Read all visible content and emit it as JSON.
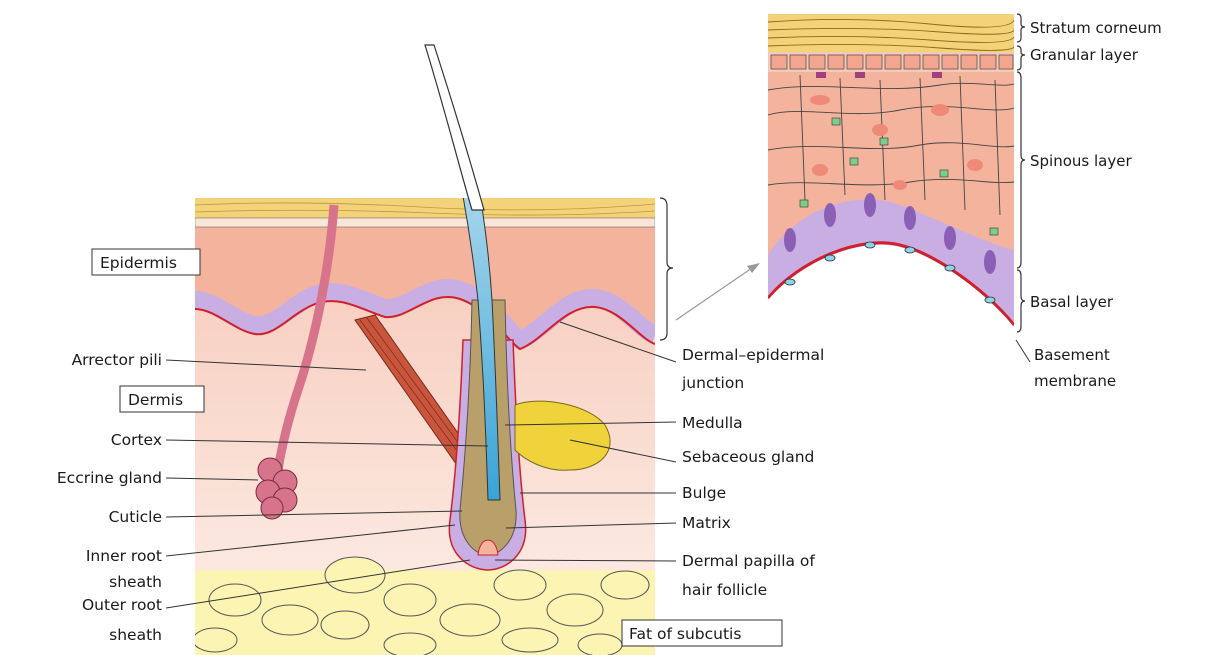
{
  "labels": {
    "epidermis": "Epidermis",
    "dermis": "Dermis",
    "fat_of_subcutis": "Fat of subcutis",
    "arrector_pili": "Arrector pili",
    "cortex": "Cortex",
    "eccrine_gland": "Eccrine gland",
    "cuticle": "Cuticle",
    "inner_root_sheath_1": "Inner root",
    "inner_root_sheath_2": "sheath",
    "outer_root_sheath_1": "Outer root",
    "outer_root_sheath_2": "sheath",
    "dermal_epidermal_junction_1": "Dermal–epidermal",
    "dermal_epidermal_junction_2": "junction",
    "medulla": "Medulla",
    "sebaceous_gland": "Sebaceous gland",
    "bulge": "Bulge",
    "matrix": "Matrix",
    "dermal_papilla_1": "Dermal papilla of",
    "dermal_papilla_2": "hair follicle",
    "stratum_corneum": "Stratum corneum",
    "granular_layer": "Granular layer",
    "spinous_layer": "Spinous layer",
    "basal_layer": "Basal layer",
    "basement_membrane_1": "Basement",
    "basement_membrane_2": "membrane"
  },
  "colors": {
    "stratum_corneum": "#f3d27a",
    "epidermis": "#f4b39d",
    "dermis": "#f9d9cf",
    "basal_cells": "#c8aee3",
    "basement_membrane": "#d0202c",
    "hair_shaft": "#3da7d8",
    "arrector_muscle": "#c9553d",
    "sebaceous": "#f0d23a",
    "fat": "#fbf4b3",
    "eccrine": "#d8738c"
  }
}
